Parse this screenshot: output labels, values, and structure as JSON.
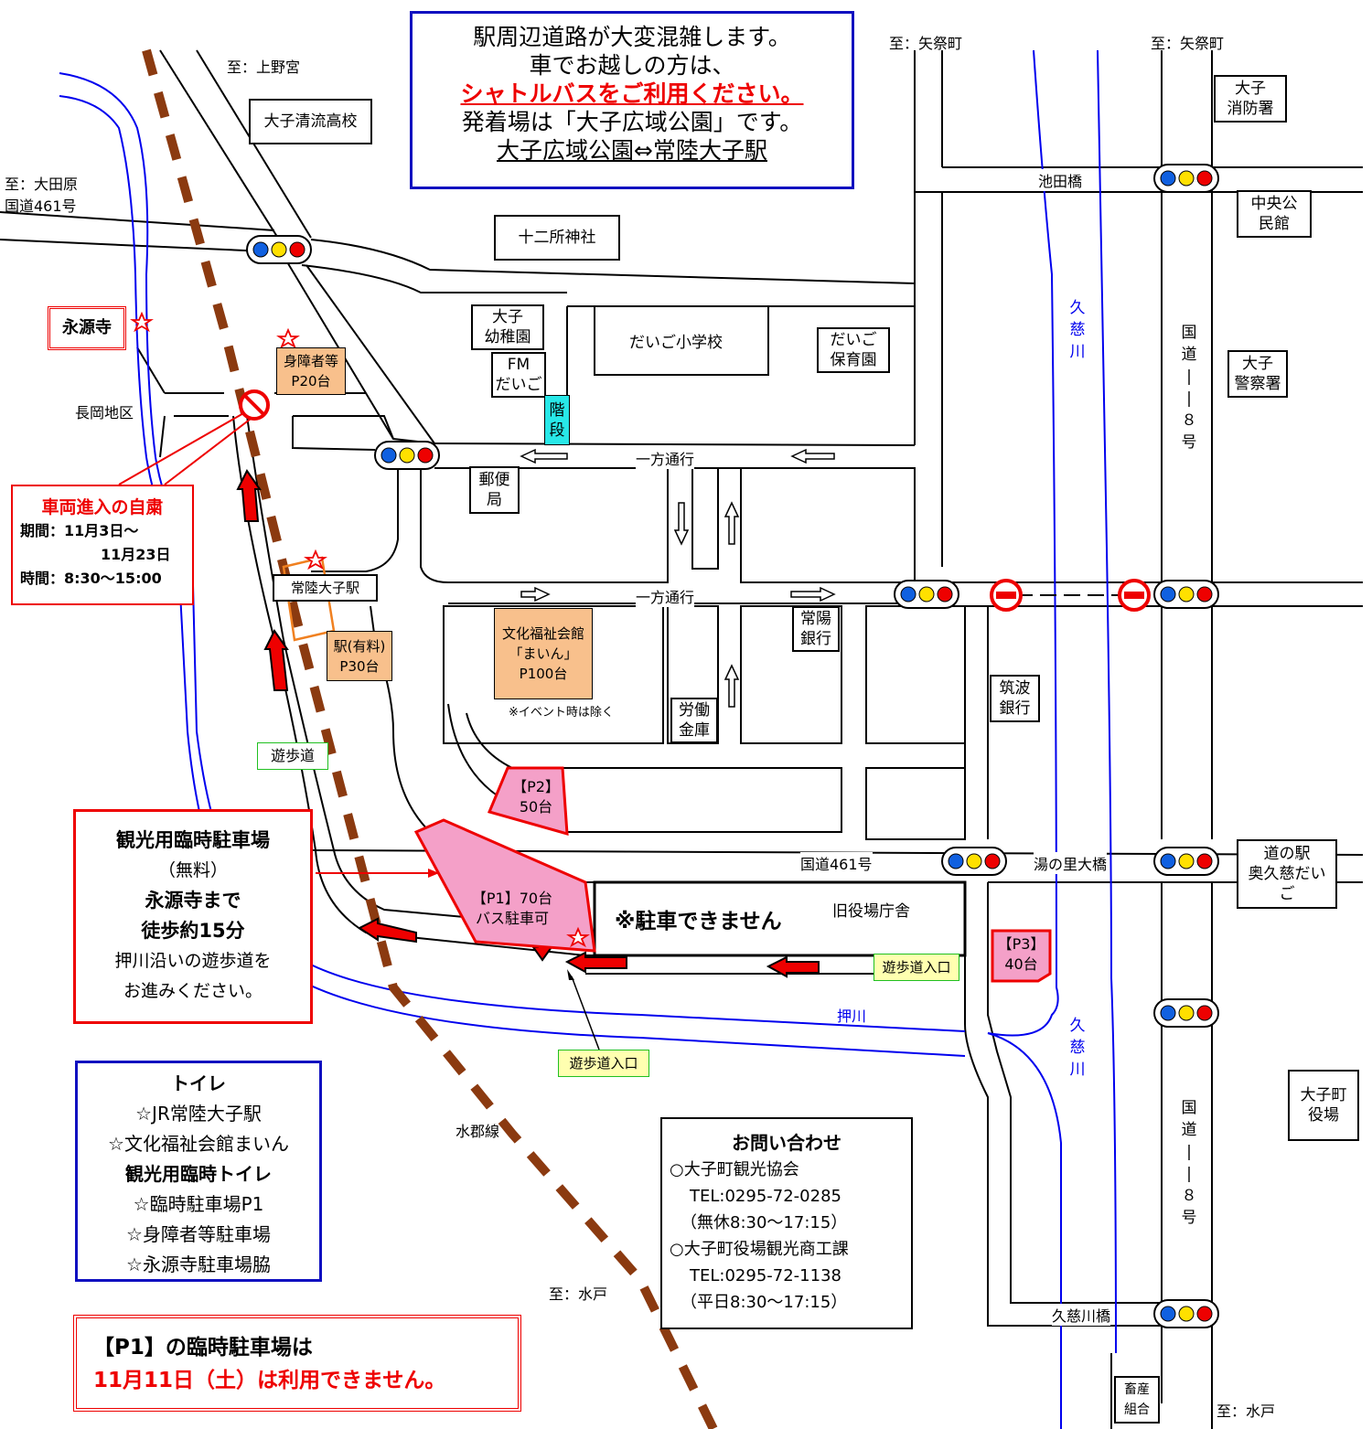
{
  "top_notice": {
    "line1": "駅周辺道路が大変混雑します。",
    "line2": "車でお越しの方は、",
    "line3": "シャトルバスをご利用ください。",
    "line4": "発着場は「大子広域公園」です。",
    "line5": "大子広域公園⇔常陸大子駅"
  },
  "directions": {
    "to_kaminomiya": "至：上野宮",
    "to_yamatsuri_1": "至：矢祭町",
    "to_yamatsuri_2": "至：矢祭町",
    "to_ohtawara": "至：大田原",
    "route461_west": "国道461号",
    "to_mito_rail": "至：水戸",
    "to_mito_road": "至：水戸"
  },
  "places": {
    "seiryu_high": "大子清流高校",
    "juni_shrine": "十二所神社",
    "fire_station_1": "大子",
    "fire_station_2": "消防署",
    "community_hall_1": "中央公",
    "community_hall_2": "民館",
    "kindergarten_1": "大子",
    "kindergarten_2": "幼稚園",
    "elementary": "だいご小学校",
    "nursery_1": "だいご",
    "nursery_2": "保育園",
    "fm_1": "FM",
    "fm_2": "だいご",
    "stairs_1": "階",
    "stairs_2": "段",
    "police_1": "大子",
    "police_2": "警察署",
    "post_1": "郵便",
    "post_2": "局",
    "station": "常陸大子駅",
    "joyo_bank_1": "常陽",
    "joyo_bank_2": "銀行",
    "labor_bank_1": "労働",
    "labor_bank_2": "金庫",
    "tsukuba_bank_1": "筑波",
    "tsukuba_bank_2": "銀行",
    "old_office": "旧役場庁舎",
    "no_parking": "※駐車できません",
    "michinoeki_1": "道の駅",
    "michinoeki_2": "奥久慈だい",
    "michinoeki_3": "ご",
    "town_office_1": "大子町",
    "town_office_2": "役場",
    "livestock_1": "畜産",
    "livestock_2": "組合",
    "eigenji": "永源寺",
    "nagaoka": "長岡地区"
  },
  "roads": {
    "ikeda_bridge": "池田橋",
    "oneway_1": "一方通行",
    "oneway_2": "一方通行",
    "route461": "国道461号",
    "yunosato_bridge": "湯の里大橋",
    "kujigawa_bridge": "久慈川橋",
    "route118_a": [
      "国",
      "道",
      "|",
      "|",
      "８",
      "号"
    ],
    "route118_b": [
      "国",
      "道",
      "|",
      "|",
      "８",
      "号"
    ],
    "kuji_river_a": [
      "久",
      "慈",
      "川"
    ],
    "kuji_river_b": [
      "久",
      "慈",
      "川"
    ],
    "oshi_river": "押川",
    "promenade": "遊歩道",
    "promenade_entrance_1": "遊歩道入口",
    "promenade_entrance_2": "遊歩道入口",
    "suigun_line": "水郡線"
  },
  "parking": {
    "disabled_1": "身障者等",
    "disabled_2": "P20台",
    "station_1": "駅(有料)",
    "station_2": "P30台",
    "bunka_1": "文化福祉会館",
    "bunka_2": "「まいん」",
    "bunka_3": "P100台",
    "bunka_note": "※イベント時は除く",
    "p2_1": "【P2】",
    "p2_2": "50台",
    "p1_1": "【P1】70台",
    "p1_2": "バス駐車可",
    "p3_1": "【P3】",
    "p3_2": "40台"
  },
  "restriction": {
    "title": "車両進入の自粛",
    "period_1": "期間：11月3日～",
    "period_2": "11月23日",
    "time": "時間：8:30～15:00"
  },
  "tourist_parking": {
    "line1": "観光用臨時駐車場",
    "line2": "（無料）",
    "line3": "永源寺まで",
    "line4": "徒歩約15分",
    "line5": "押川沿いの遊歩道を",
    "line6": "お進みください。"
  },
  "toilets": {
    "title": "トイレ",
    "item1": "☆JR常陸大子駅",
    "item2": "☆文化福祉会館まいん",
    "subtitle": "観光用臨時トイレ",
    "item3": "☆臨時駐車場P1",
    "item4": "☆身障者等駐車場",
    "item5": "☆永源寺駐車場脇"
  },
  "contact": {
    "title": "お問い合わせ",
    "org1": "○大子町観光協会",
    "tel1": "TEL:0295-72-0285",
    "hours1": "（無休8:30～17:15）",
    "org2": "○大子町役場観光商工課",
    "tel2": "TEL:0295-72-1138",
    "hours2": "（平日8:30～17:15）"
  },
  "p1_notice": {
    "line1": "【P1】の臨時駐車場は",
    "line2": "11月11日（土）は利用できません。"
  },
  "colors": {
    "river": "#0000ee",
    "rail": "#8b3a10",
    "alert": "#ee0000",
    "parking_orange": "#f8c08c",
    "parking_pink": "#f4a0c8",
    "notice_blue": "#1010c0"
  }
}
